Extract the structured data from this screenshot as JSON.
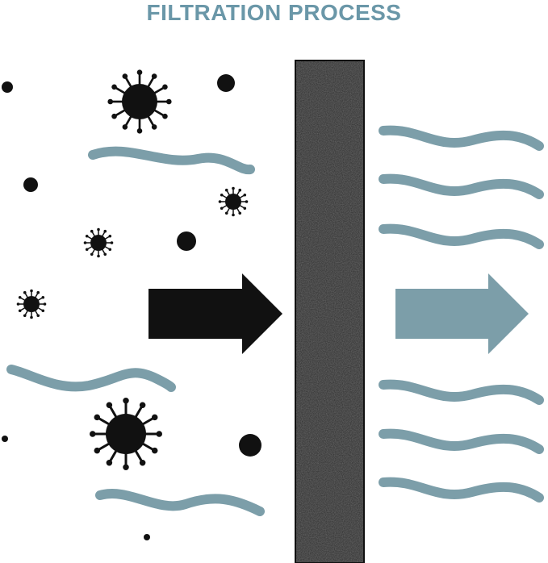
{
  "title": "FILTRATION PROCESS",
  "colors": {
    "title": "#6a97a8",
    "water_wave": "#7c9ea9",
    "contaminant": "#111111",
    "input_arrow": "#111111",
    "output_arrow": "#7c9ea9",
    "filter": "#2a2a2a"
  },
  "icons": {
    "contaminant_particle": "dot",
    "contaminant_virus": "virus-icon",
    "filter": "filter-medium",
    "flow": "arrow-right"
  }
}
